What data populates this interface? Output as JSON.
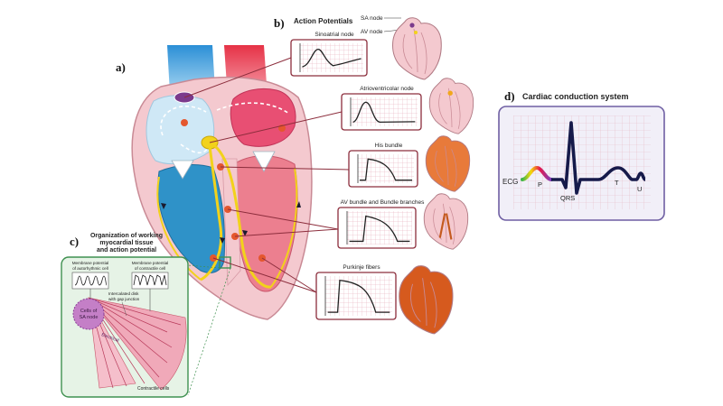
{
  "panels": {
    "a": {
      "label": "a)"
    },
    "b": {
      "label": "b)",
      "title": "Action Potentials",
      "legend": [
        "SA node",
        "AV node"
      ],
      "potentials": [
        {
          "name": "Sinoatrial node"
        },
        {
          "name": "Atrioventricolar node"
        },
        {
          "name": "His bundle"
        },
        {
          "name": "AV bundle and Bundle branches"
        },
        {
          "name": "Purkinje fibers"
        }
      ]
    },
    "c": {
      "label": "c)",
      "title_lines": [
        "Organization of working",
        "myocardial tissue",
        "and action potential"
      ],
      "membrane_autorhythmic": [
        "Membrane potential",
        "of autorhythmic cell"
      ],
      "membrane_contractile": [
        "Membrane potential",
        "of contractile cell"
      ],
      "disk_lines": [
        "Intercalated disk",
        "with gap junction"
      ],
      "sa_cells": [
        "Cells of",
        "SA node"
      ],
      "electrical": "Electrical",
      "contractile_cells": "Contractile cells"
    },
    "d": {
      "label": "d)",
      "title": "Cardiac conduction system",
      "ecg": "ECG",
      "waves": {
        "p": "P",
        "qrs": "QRS",
        "t": "T",
        "u": "U"
      }
    }
  },
  "colors": {
    "frame": "#8c2d3c",
    "grid": "#e3a6b4",
    "panel_d_border": "#6f5fa3",
    "panel_d_bg": "#f1eff8",
    "tissue_border": "#3f9150",
    "tissue_bg": "#e6f3e6",
    "conduction": "#f2d21b",
    "node": "#e4572e"
  }
}
